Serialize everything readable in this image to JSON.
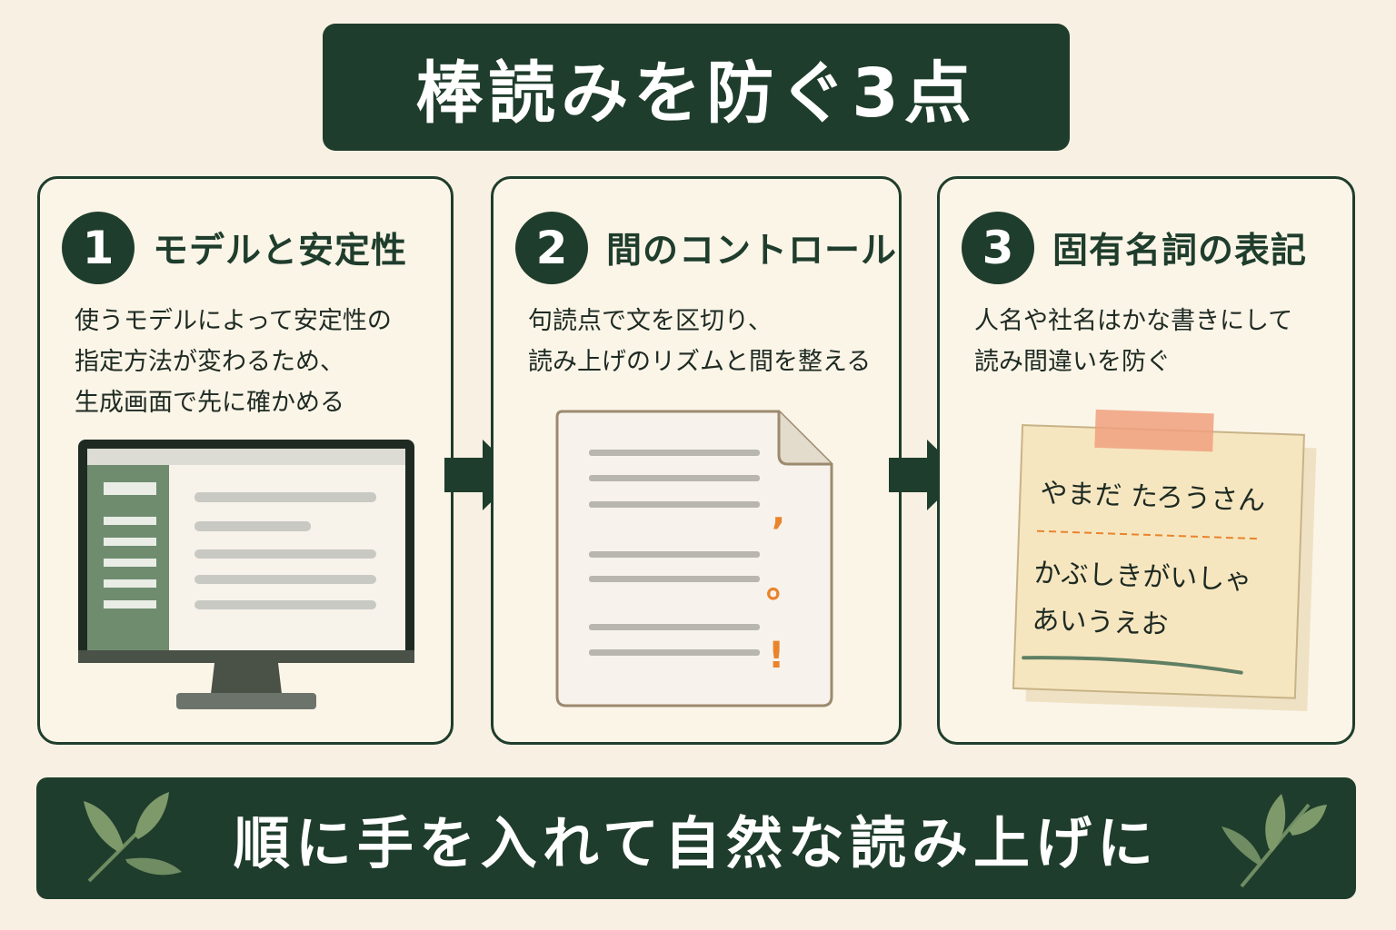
{
  "title": "棒読みを防ぐ3点",
  "cards": [
    {
      "number": "1",
      "title": "モデルと安定性",
      "description": [
        "使うモデルによって安定性の",
        "指定方法が変わるため、",
        "生成画面で先に確かめる"
      ],
      "illustration": "monitor-icon"
    },
    {
      "number": "2",
      "title": "間のコントロール",
      "description": [
        "句読点で文を区切り、",
        "読み上げのリズムと間を整える"
      ],
      "illustration": "document-icon",
      "marks": [
        ",",
        "。",
        "!"
      ]
    },
    {
      "number": "3",
      "title": "固有名詞の表記",
      "description": [
        "人名や社名はかな書きにして",
        "読み間違いを防ぐ"
      ],
      "illustration": "sticky-note-icon",
      "note_lines": [
        "やまだ たろうさん",
        "かぶしきがいしゃ",
        "あいうえお"
      ]
    }
  ],
  "footer": "順に手を入れて自然な読み上げに",
  "colors": {
    "background": "#f8f1e3",
    "primary": "#1f3d2c",
    "accent": "#e9842c",
    "note": "#f6e6c0",
    "tape": "#f0a07e"
  }
}
